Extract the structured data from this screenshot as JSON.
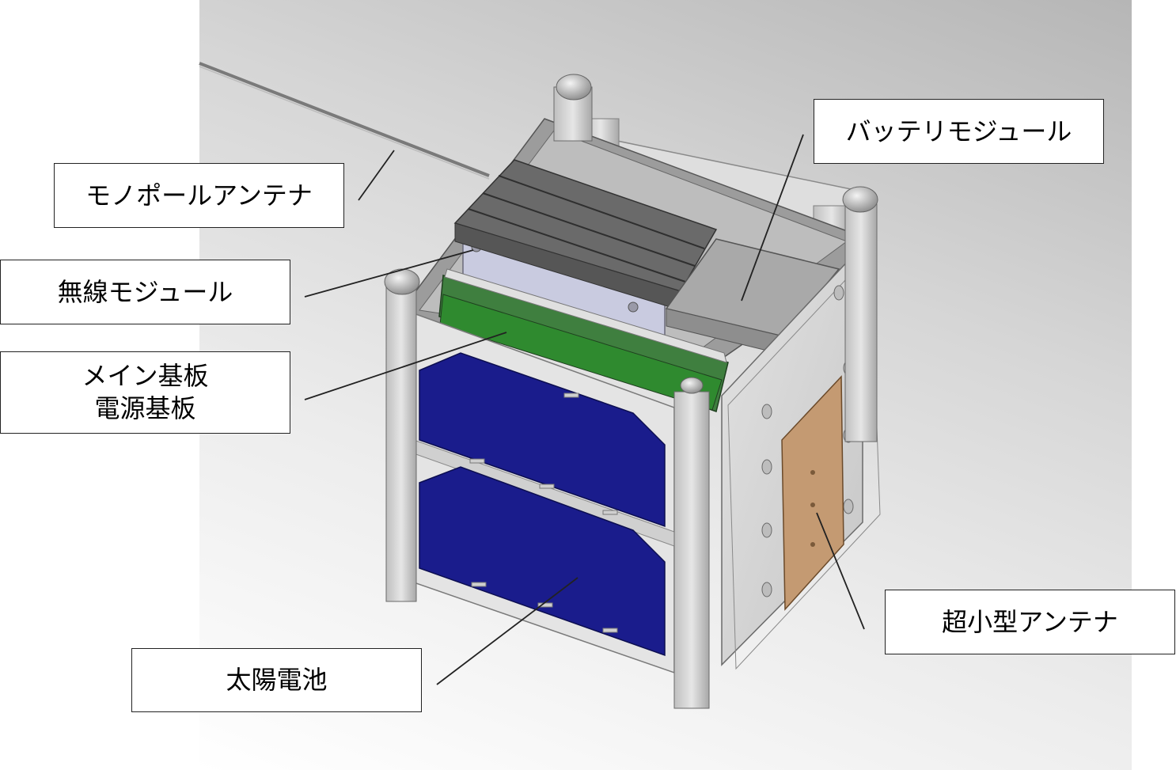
{
  "labels": {
    "monopole_antenna": "モノポールアンテナ",
    "wireless_module": "無線モジュール",
    "main_board": "メイン基板",
    "power_board": "電源基板",
    "battery_module": "バッテリモジュール",
    "small_antenna": "超小型アンテナ",
    "solar_cell": "太陽電池"
  },
  "colors": {
    "frame": "#d4d4d4",
    "frame_dark": "#8c8c8c",
    "top_plate": "#6e6e6e",
    "solar_cell": "#1a1c8c",
    "pcb_green": "#2f8a2f",
    "connector": "#8a4a2a",
    "patch_antenna": "#c49a72",
    "wireless_module": "#c9cbe0",
    "battery": "#a9a9a9"
  }
}
